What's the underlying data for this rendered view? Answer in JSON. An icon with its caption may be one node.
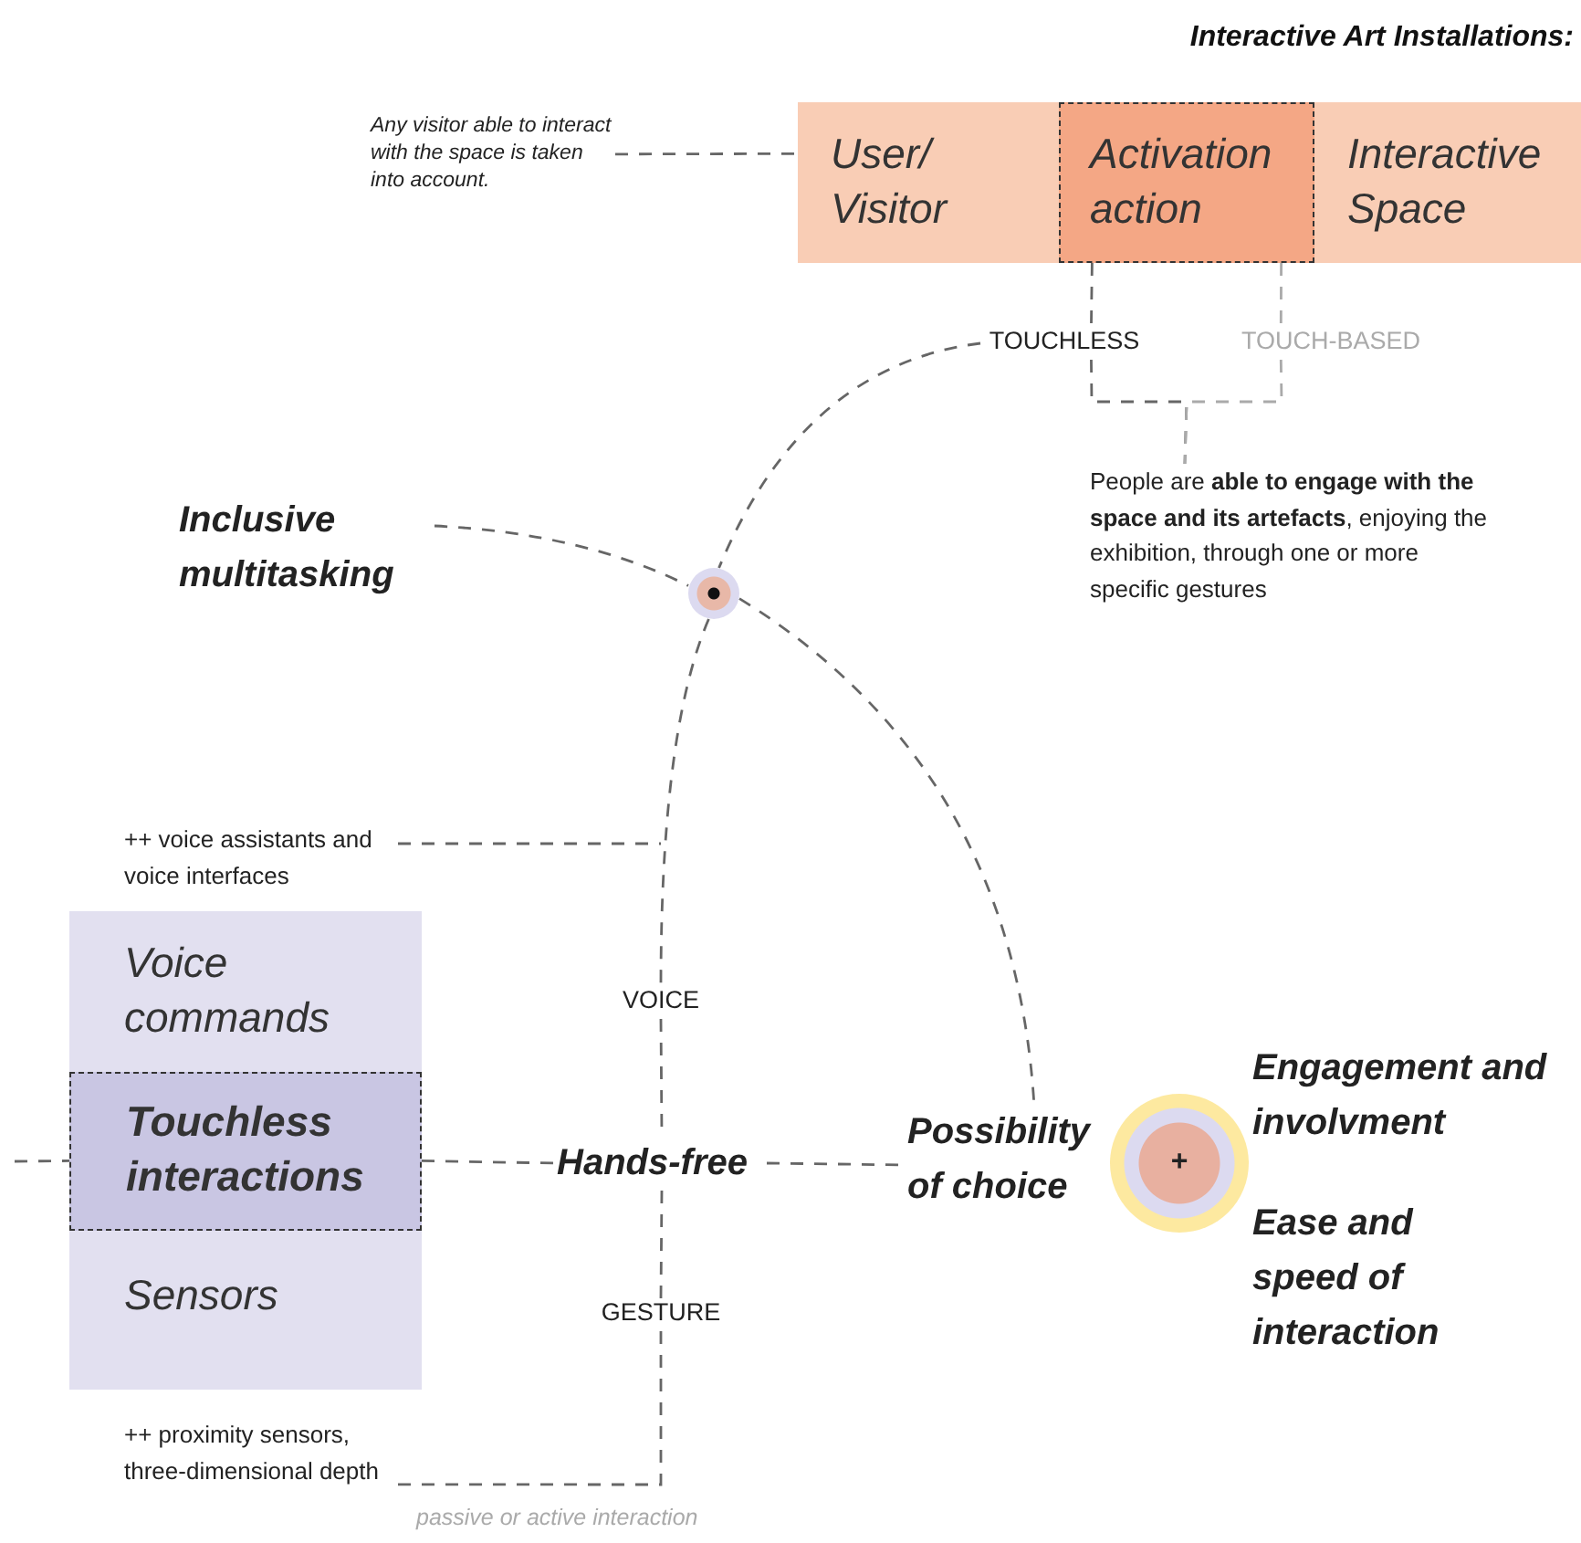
{
  "diagram": {
    "title": "Interactive Art Installations:",
    "nodes": [
      {
        "text": [
          "Any visitor able to interact with the space is taken into account."
        ]
      },
      {
        "text": [
          "User/ Visitor"
        ]
      },
      {
        "text": [
          "Activation action"
        ]
      },
      {
        "text": [
          "Interactive Space"
        ]
      },
      {
        "text": [
          "TOUCHLESS"
        ]
      },
      {
        "text": [
          "TOUCH-BASED"
        ]
      },
      {
        "text": [
          "People are **able to engage with the space and its artefacts**, enjoying the exhibition, through one or more specific gestures"
        ]
      },
      {
        "text": [
          "Inclusive multitasking"
        ]
      },
      {
        "text": [],
        "shape": "circle"
      },
      {
        "text": [
          "++ voice assistants and voice interfaces"
        ]
      },
      {
        "text": [],
        "shape": "box"
      },
      {
        "text": [
          "Voice commands"
        ],
        "in": 10
      },
      {
        "text": [
          "Touchless interactions"
        ],
        "in": 10
      },
      {
        "text": [
          "Sensors"
        ],
        "in": 10
      },
      {
        "text": [
          "++ proximity sensors, three-dimensional depth"
        ]
      },
      {
        "text": [
          "Hands-free"
        ]
      },
      {
        "text": [
          "VOICE"
        ]
      },
      {
        "text": [
          "GESTURE"
        ]
      },
      {
        "text": [
          "Possibility of choice"
        ]
      },
      {
        "text": [
          "+"
        ]
      },
      {
        "text": [
          "Engagement and involvment"
        ]
      },
      {
        "text": [
          "Ease and speed of interaction"
        ]
      }
    ],
    "edges": [
      {
        "from": 0,
        "to": 1,
        "arrow": "none"
      },
      {
        "from": 2,
        "to": 4,
        "arrow": "none"
      },
      {
        "from": 2,
        "to": 5,
        "arrow": "none",
        "color": "#aaaaaa"
      },
      {
        "from": 4,
        "to": 6,
        "arrow": "none"
      },
      {
        "from": 5,
        "to": 6,
        "arrow": "none",
        "color": "#aaaaaa"
      },
      {
        "from": 4,
        "to": 8,
        "arrow": "none"
      },
      {
        "from": 7,
        "to": 8,
        "arrow": "none"
      },
      {
        "from": 8,
        "to": 16,
        "arrow": "none"
      },
      {
        "from": 8,
        "to": 18,
        "arrow": "none"
      },
      {
        "from": 9,
        "to": null,
        "arrow": "none"
      },
      {
        "from": 16,
        "to": 15,
        "arrow": "none"
      },
      {
        "from": 15,
        "to": 17,
        "arrow": "none"
      },
      {
        "from": 17,
        "to": 14,
        "arrow": "none"
      },
      {
        "from": 12,
        "to": 15,
        "arrow": "none"
      },
      {
        "from": null,
        "to": 12,
        "arrow": "none"
      },
      {
        "from": 15,
        "to": 18,
        "arrow": "none"
      }
    ],
    "labels": [
      "passive or active interaction"
    ]
  }
}
